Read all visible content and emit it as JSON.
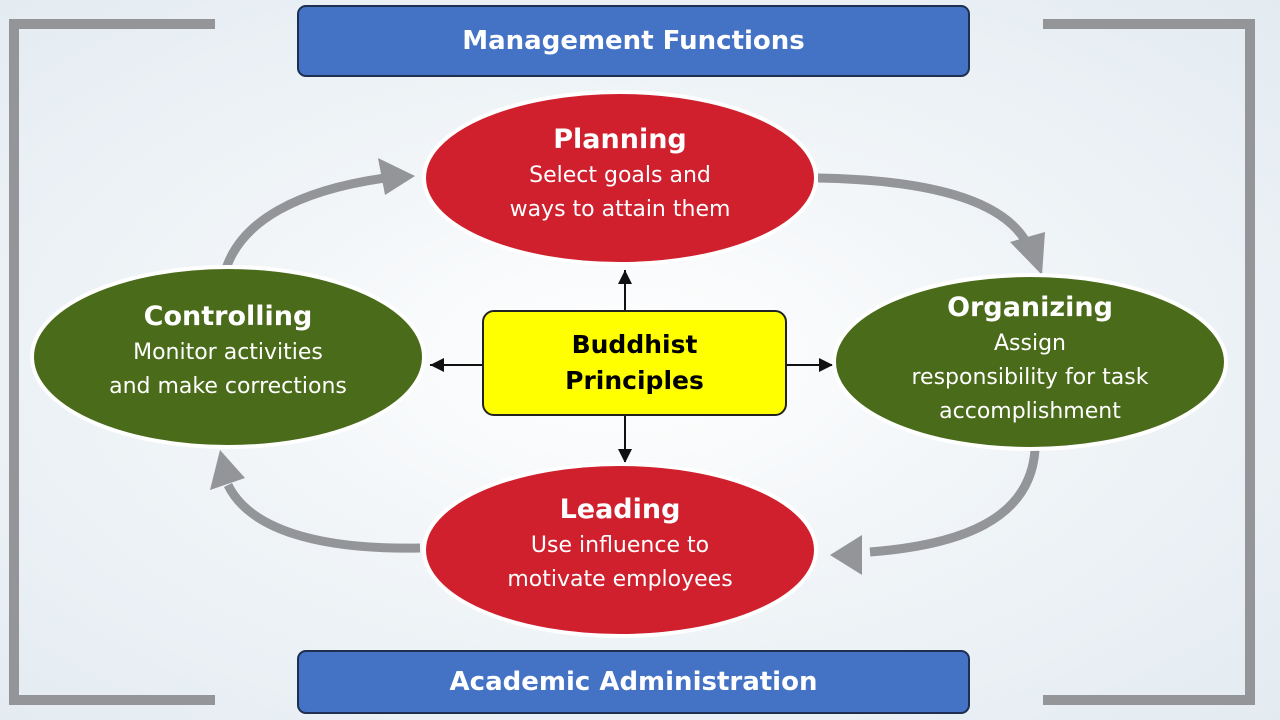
{
  "header": {
    "title": "Management Functions"
  },
  "footer": {
    "title": "Academic Administration"
  },
  "center": {
    "line1": "Buddhist",
    "line2": "Principles"
  },
  "nodes": {
    "planning": {
      "title": "Planning",
      "lines": [
        "Select goals and",
        "ways to attain them"
      ]
    },
    "organizing": {
      "title": "Organizing",
      "lines": [
        "Assign",
        "responsibility for task",
        "accomplishment"
      ]
    },
    "leading": {
      "title": "Leading",
      "lines": [
        "Use influence to",
        "motivate employees"
      ]
    },
    "controlling": {
      "title": "Controlling",
      "lines": [
        "Monitor activities",
        "and make corrections"
      ]
    }
  },
  "colors": {
    "banner": "#4472C4",
    "red": "#D0202E",
    "green": "#4A6B1A",
    "center": "#FFFF00",
    "gray": "#939598"
  }
}
